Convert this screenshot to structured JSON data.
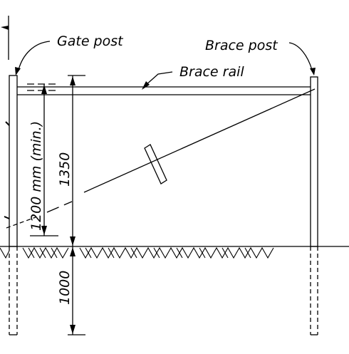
{
  "labels": {
    "gate_post": "Gate post",
    "brace_post": "Brace post",
    "brace_rail": "Brace rail",
    "dim_height_above": "1350",
    "dim_min_height": "1200 mm (min.)",
    "dim_depth": "1000"
  },
  "colors": {
    "line": "#000000",
    "background": "#ffffff"
  }
}
